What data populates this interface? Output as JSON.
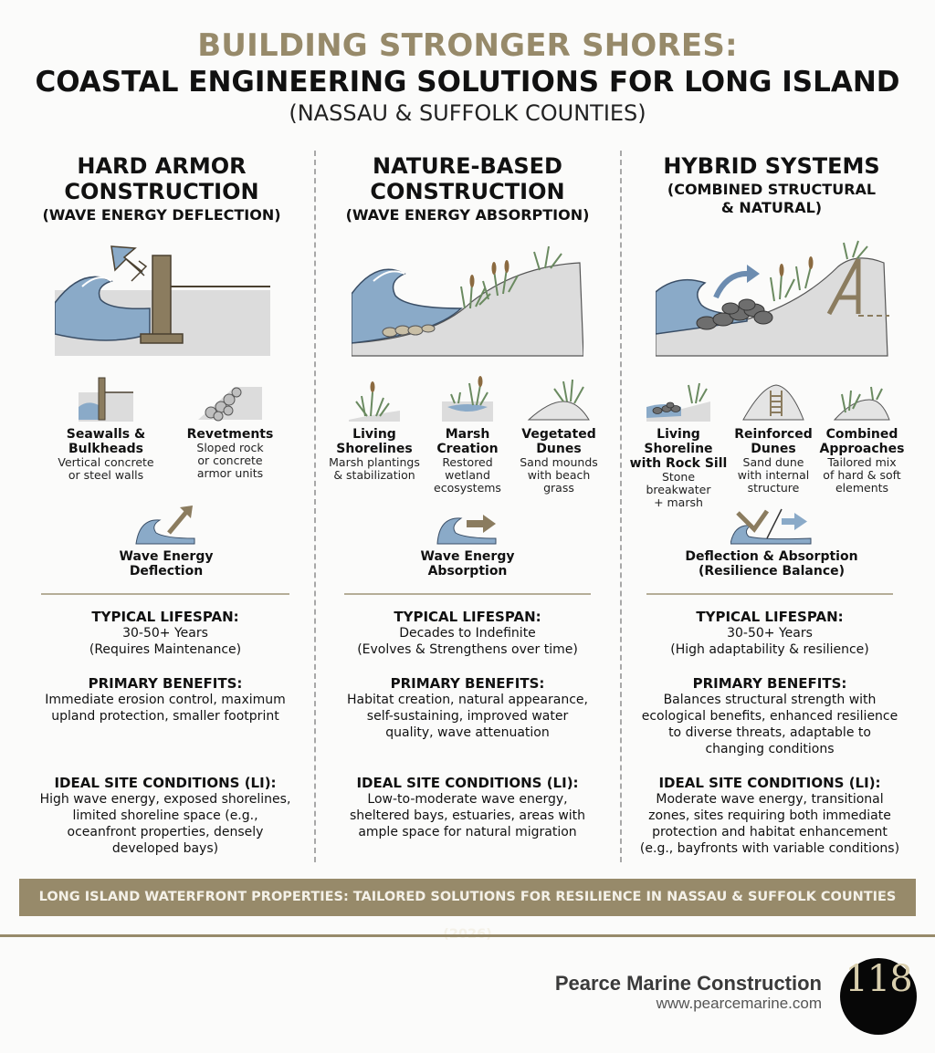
{
  "header": {
    "title_line1": "BUILDING STRONGER SHORES:",
    "title_line2": "COASTAL ENGINEERING SOLUTIONS FOR LONG ISLAND",
    "title_line3": "(NASSAU & SUFFOLK COUNTIES)"
  },
  "colors": {
    "accent": "#978a6a",
    "water": "#8aaac8",
    "sand": "#dcdcdc",
    "structure": "#8b7c5f",
    "grass": "#7a9a70"
  },
  "columns": [
    {
      "heading": [
        "HARD ARMOR",
        "CONSTRUCTION"
      ],
      "subheading": [
        "(WAVE ENERGY DEFLECTION)"
      ],
      "items": [
        {
          "title": [
            "Seawalls &",
            "Bulkheads"
          ],
          "desc": [
            "Vertical concrete",
            "or steel walls"
          ]
        },
        {
          "title": [
            "Revetments"
          ],
          "desc": [
            "Sloped rock",
            "or concrete",
            "armor units"
          ]
        }
      ],
      "energy_label": [
        "Wave Energy",
        "Deflection"
      ],
      "lifespan_heading": "TYPICAL LIFESPAN:",
      "lifespan": [
        "30-50+ Years",
        "(Requires Maintenance)"
      ],
      "benefits_heading": "PRIMARY BENEFITS:",
      "benefits": [
        "Immediate erosion control, maximum",
        "upland protection, smaller footprint"
      ],
      "conditions_heading": "IDEAL SITE CONDITIONS (LI):",
      "conditions": [
        "High wave energy, exposed shorelines,",
        "limited shoreline space (e.g.,",
        "oceanfront properties, densely",
        "developed bays)"
      ]
    },
    {
      "heading": [
        "NATURE-BASED",
        "CONSTRUCTION"
      ],
      "subheading": [
        "(WAVE ENERGY ABSORPTION)"
      ],
      "items": [
        {
          "title": [
            "Living",
            "Shorelines"
          ],
          "desc": [
            "Marsh plantings",
            "& stabilization"
          ]
        },
        {
          "title": [
            "Marsh",
            "Creation"
          ],
          "desc": [
            "Restored",
            "wetland",
            "ecosystems"
          ]
        },
        {
          "title": [
            "Vegetated",
            "Dunes"
          ],
          "desc": [
            "Sand mounds",
            "with beach",
            "grass"
          ]
        }
      ],
      "energy_label": [
        "Wave Energy",
        "Absorption"
      ],
      "lifespan_heading": "TYPICAL LIFESPAN:",
      "lifespan": [
        "Decades to Indefinite",
        "(Evolves & Strengthens over time)"
      ],
      "benefits_heading": "PRIMARY BENEFITS:",
      "benefits": [
        "Habitat creation, natural appearance,",
        "self-sustaining, improved water",
        "quality, wave attenuation"
      ],
      "conditions_heading": "IDEAL SITE CONDITIONS (LI):",
      "conditions": [
        "Low-to-moderate wave energy,",
        "sheltered bays, estuaries, areas with",
        "ample space for natural migration"
      ]
    },
    {
      "heading": [
        "HYBRID SYSTEMS"
      ],
      "subheading": [
        "(COMBINED STRUCTURAL",
        "& NATURAL)"
      ],
      "items": [
        {
          "title": [
            "Living Shoreline",
            "with Rock Sill"
          ],
          "desc": [
            "Stone",
            "breakwater",
            "+ marsh"
          ]
        },
        {
          "title": [
            "Reinforced",
            "Dunes"
          ],
          "desc": [
            "Sand dune",
            "with internal",
            "structure"
          ]
        },
        {
          "title": [
            "Combined",
            "Approaches"
          ],
          "desc": [
            "Tailored mix",
            "of hard & soft",
            "elements"
          ]
        }
      ],
      "energy_label": [
        "Deflection & Absorption",
        "(Resilience Balance)"
      ],
      "lifespan_heading": "TYPICAL LIFESPAN:",
      "lifespan": [
        "30-50+ Years",
        "(High adaptability & resilience)"
      ],
      "benefits_heading": "PRIMARY BENEFITS:",
      "benefits": [
        "Balances structural strength with",
        "ecological benefits, enhanced resilience",
        "to diverse threats, adaptable to",
        "changing conditions"
      ],
      "conditions_heading": "IDEAL SITE CONDITIONS (LI):",
      "conditions": [
        "Moderate wave energy, transitional",
        "zones, sites requiring both immediate",
        "protection and habitat enhancement",
        "(e.g., bayfronts with variable conditions)"
      ]
    }
  ],
  "banner": "LONG ISLAND WATERFRONT PROPERTIES: TAILORED SOLUTIONS FOR RESILIENCE IN NASSAU & SUFFOLK COUNTIES (2026)",
  "footer": {
    "company": "Pearce Marine Construction",
    "website": "www.pearcemarine.com",
    "badge": "118"
  }
}
